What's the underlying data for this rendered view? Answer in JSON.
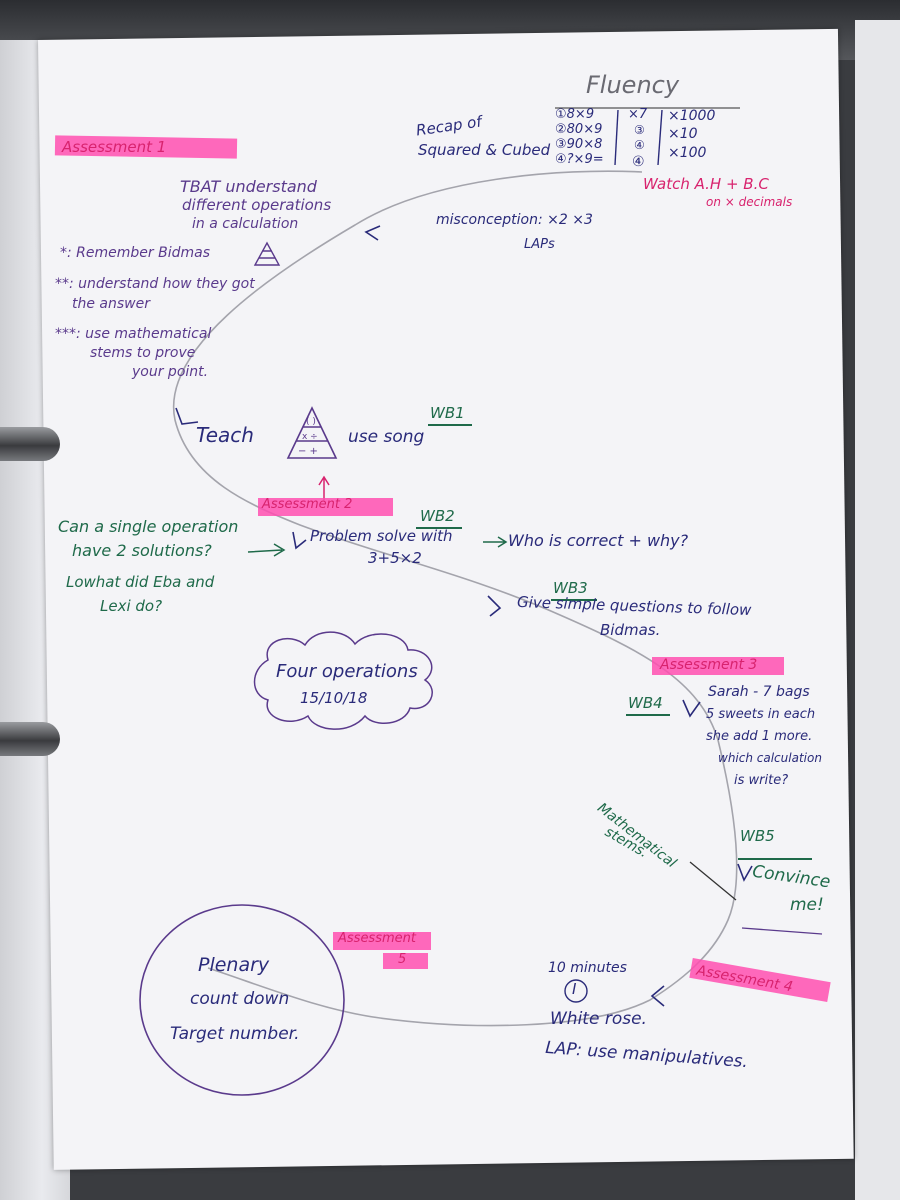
{
  "fluency": {
    "title": "Fluency",
    "recap": [
      "Recap of",
      "Squared & Cubed"
    ],
    "col1": [
      "①8×9",
      "②80×9",
      "③90×8",
      "④?×9="
    ],
    "col2": [
      "×7",
      "③",
      "④",
      "④"
    ],
    "col3": [
      "×1000",
      "×10",
      "×100"
    ],
    "watch": [
      "Watch A.H + B.C",
      "on × decimals"
    ],
    "misconception": "misconception: ×2 ×3",
    "laps": "LAPs"
  },
  "assessment1": {
    "label": "Assessment 1",
    "tbat": [
      "TBAT understand",
      "different operations",
      "in a calculation"
    ],
    "points": [
      "*: Remember Bidmas",
      "**: understand how they got",
      "the answer",
      "***: use mathematical",
      "stems to prove",
      "your point."
    ]
  },
  "teach": {
    "label": "Teach",
    "song": "use song",
    "wb": "WB1"
  },
  "assessment2": {
    "label": "Assessment 2",
    "question": [
      "Can a single operation",
      "have 2 solutions?"
    ],
    "followup": [
      "Lowhat did Eba and",
      "Lexi do?"
    ],
    "wb": "WB2",
    "problem": "Problem solve with",
    "sum": "3+5×2",
    "correct": "Who is correct + why?"
  },
  "wb3": {
    "wb": "WB3",
    "text": [
      "Give simple questions to follow",
      "Bidmas."
    ]
  },
  "cloud": {
    "line1": "Four operations",
    "date": "15/10/18"
  },
  "assessment3": {
    "label": "Assessment 3",
    "wb": "WB4",
    "text": [
      "Sarah - 7 bags",
      "5 sweets in each",
      "she add 1 more.",
      "which calculation",
      "is write?"
    ]
  },
  "wb5": {
    "stems": [
      "Mathematical",
      "stems."
    ],
    "wb": "WB5",
    "convince": [
      "Convince",
      "me!"
    ]
  },
  "assessment4": {
    "label": "Assessment 4",
    "minutes": "10 minutes",
    "circled": "I",
    "whiterose": "White rose.",
    "lap": "LAP: use manipulatives."
  },
  "assessment5": {
    "label": [
      "Assessment",
      "5"
    ],
    "plenary": [
      "Plenary",
      "count down",
      "Target number."
    ]
  }
}
